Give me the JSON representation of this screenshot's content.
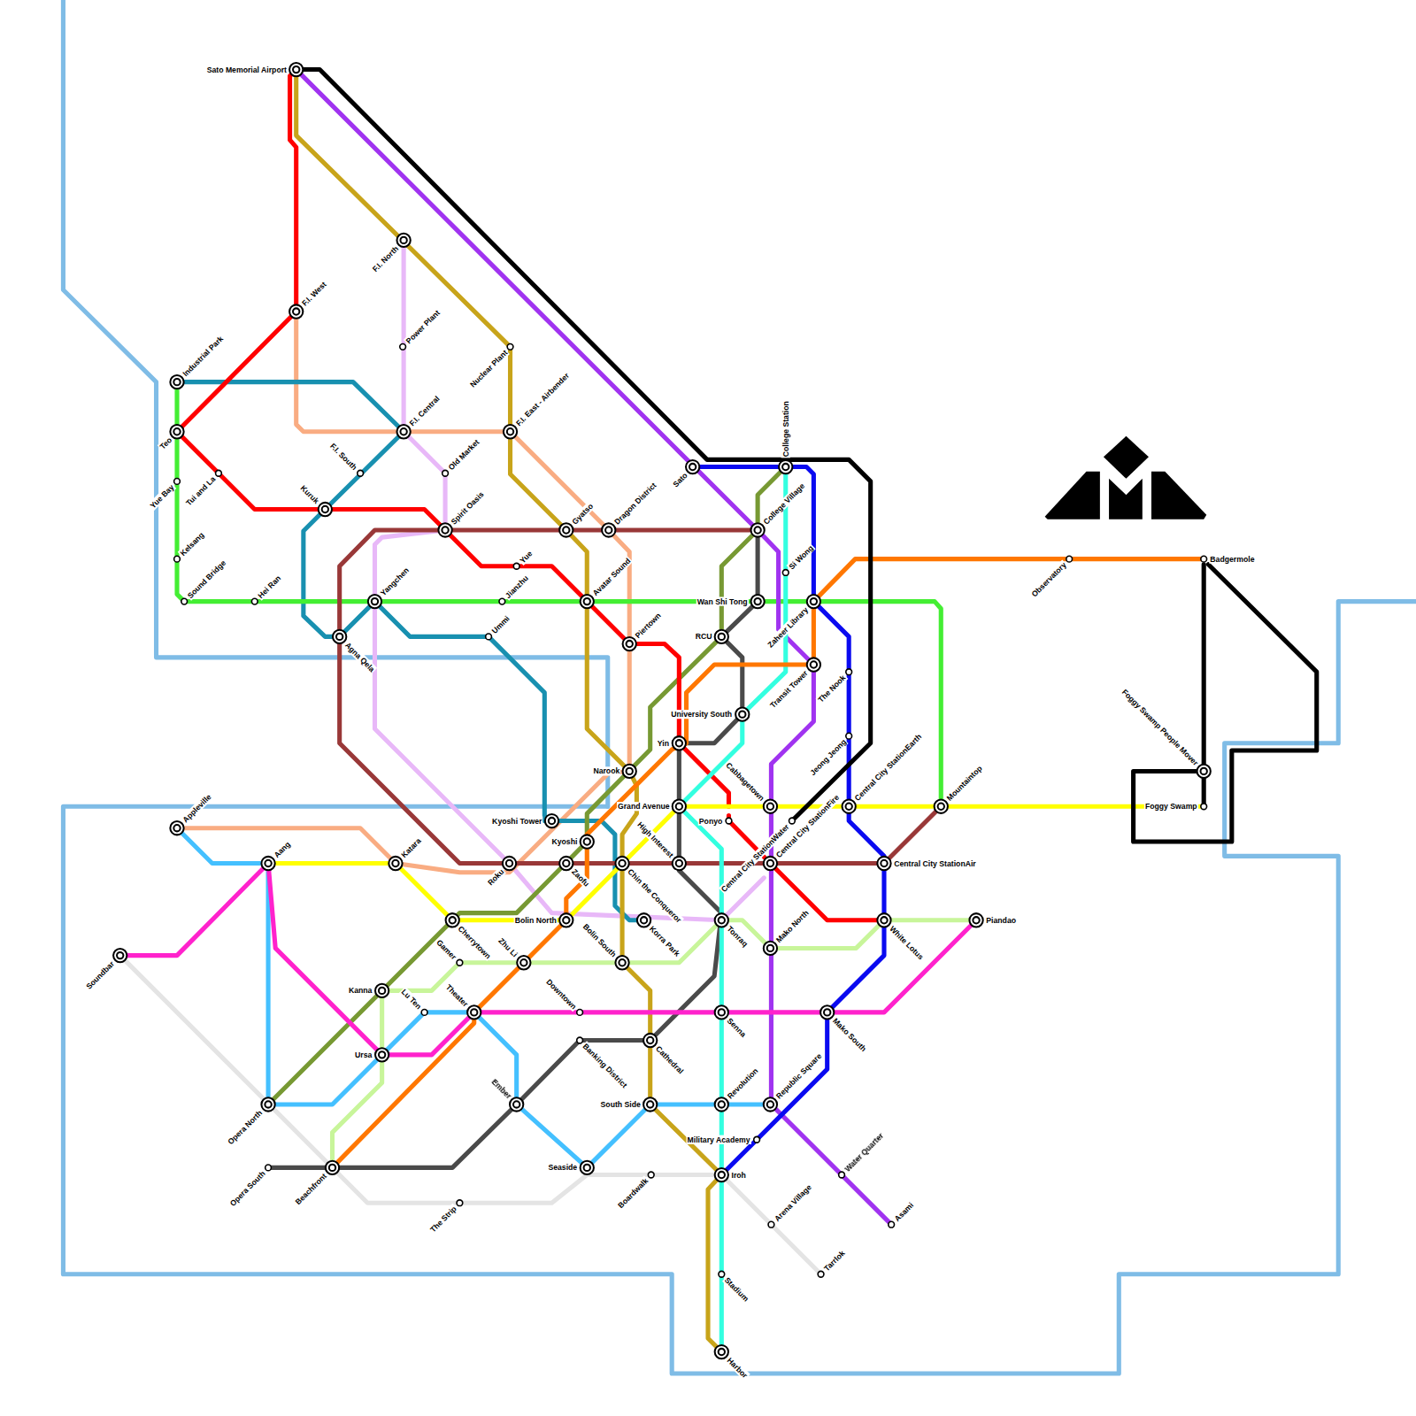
{
  "diagram": {
    "labels": [
      "Sato Memorial Airport",
      "F.I. North",
      "F.I. West",
      "Power Plant",
      "Nuclear Plant",
      "Industrial Park",
      "Teo",
      "F.I. Central",
      "F.I. East - Airbender",
      "College Station",
      "Sato",
      "F.I. South",
      "Old Market",
      "Tui and La",
      "Yue Bay",
      "Kuruk",
      "Spirit Oasis",
      "Gyatso",
      "Dragon District",
      "College Village",
      "Kelsang",
      "Observatory",
      "Badgermole",
      "Yue",
      "Si Wong",
      "Sound Bridge",
      "Hei Ran",
      "Yangchen",
      "Jianzhu",
      "Avatar Sound",
      "Wan Shi Tong",
      "Zaheer Library",
      "Agna Qela",
      "Ummi",
      "RCU",
      "Piertown",
      "Transit Tower",
      "The Nook",
      "University South",
      "Jeong Jeong",
      "Yin",
      "Narook",
      "Foggy Swamp People Mover",
      "Grand Avenue",
      "Cabbagetown",
      "Central City StationEarth",
      "Mountaintop",
      "Foggy Swamp",
      "Ponyo",
      "Kyoshi Tower",
      "Central City StationWater",
      "Appleville",
      "Kyoshi",
      "High Interest",
      "Aang",
      "Katara",
      "Roku",
      "Zaofu",
      "Chin the Conqueror",
      "Central City StationFire",
      "Central City StationAir",
      "Cherrytown",
      "Bolin North",
      "Korra Park",
      "Tonraq",
      "White Lotus",
      "Piandao",
      "Mako North",
      "Soundbar",
      "Gamer",
      "Zhu Li",
      "Bolin South",
      "Kanna",
      "Lu Ten",
      "Theater",
      "Downtown",
      "Senna",
      "Mako South",
      "Banking District",
      "Cathedral",
      "Ursa",
      "Opera North",
      "Ember",
      "South Side",
      "Revolution",
      "Republic Square",
      "Military Academy",
      "Opera South",
      "Beachfront",
      "Seaside",
      "Boardwalk",
      "Iroh",
      "Water Quarter",
      "The Strip",
      "Arena Village",
      "Asami",
      "Stadium",
      "Tarrlok",
      "Harbor"
    ]
  }
}
